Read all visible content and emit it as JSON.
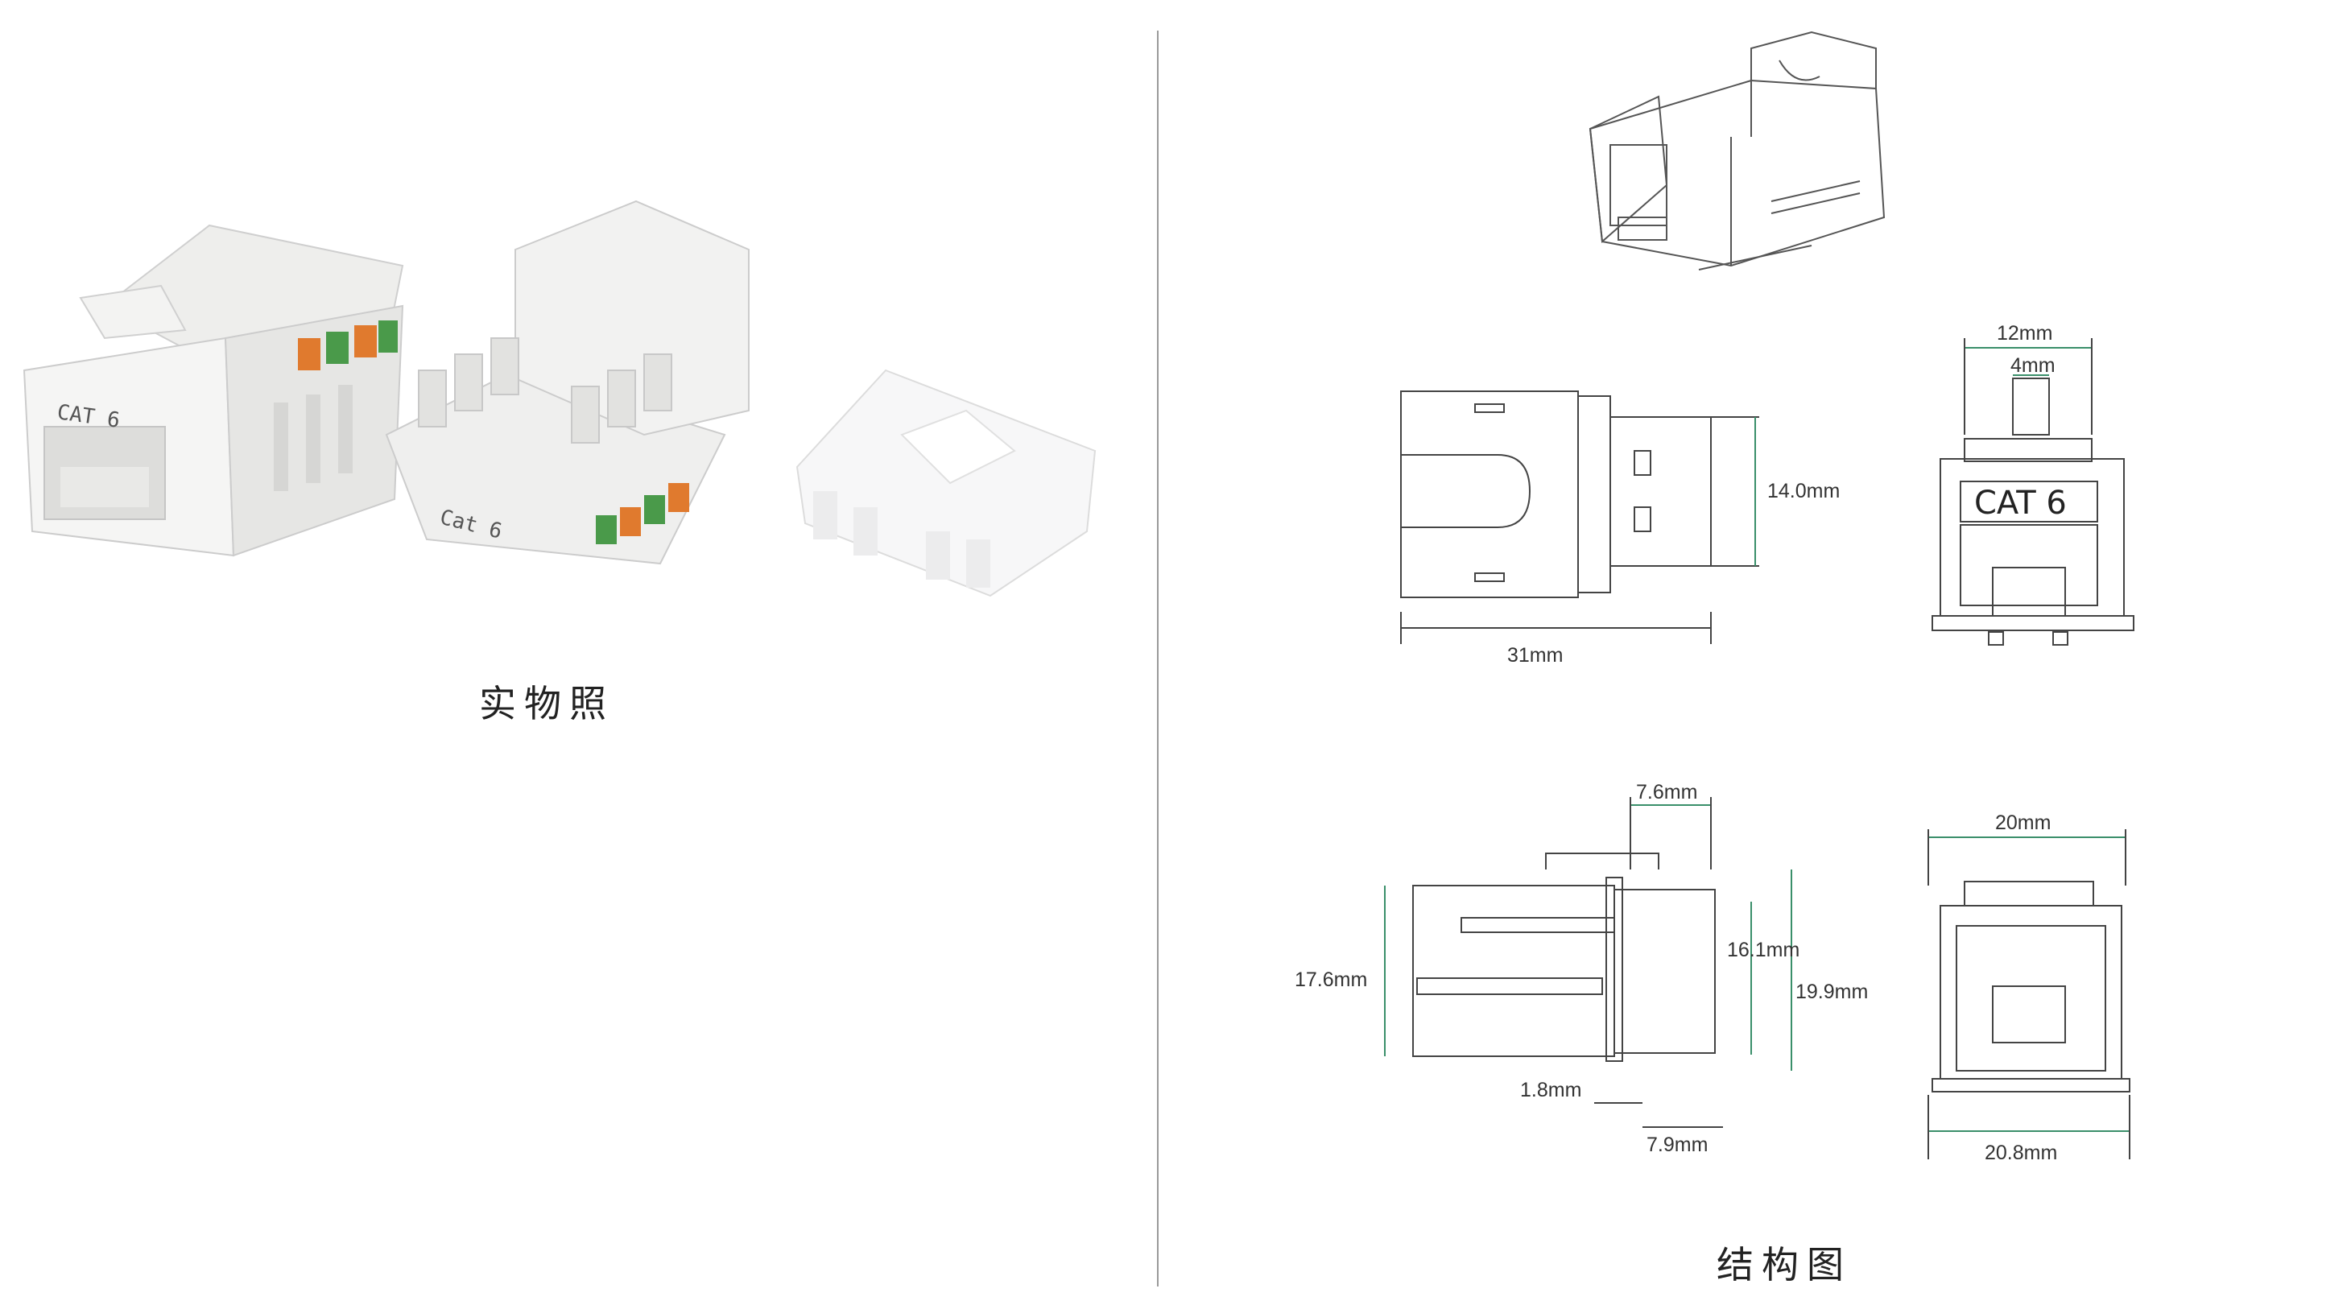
{
  "left_panel": {
    "caption": "实物照",
    "jack_label_front": "CAT 6",
    "jack_label_side": "Cat 6"
  },
  "right_panel": {
    "caption": "结构图",
    "side_view": {
      "width": "31mm",
      "height": "14.0mm"
    },
    "front_view": {
      "outer_width": "12mm",
      "inner_width": "4mm",
      "label": "CAT 6"
    },
    "profile_view": {
      "top_offset": "7.6mm",
      "height_left": "17.6mm",
      "height_inner": "16.1mm",
      "height_right": "19.9mm",
      "lip": "1.8mm",
      "bottom_offset": "7.9mm"
    },
    "back_view": {
      "top_width": "20mm",
      "bottom_width": "20.8mm"
    }
  }
}
